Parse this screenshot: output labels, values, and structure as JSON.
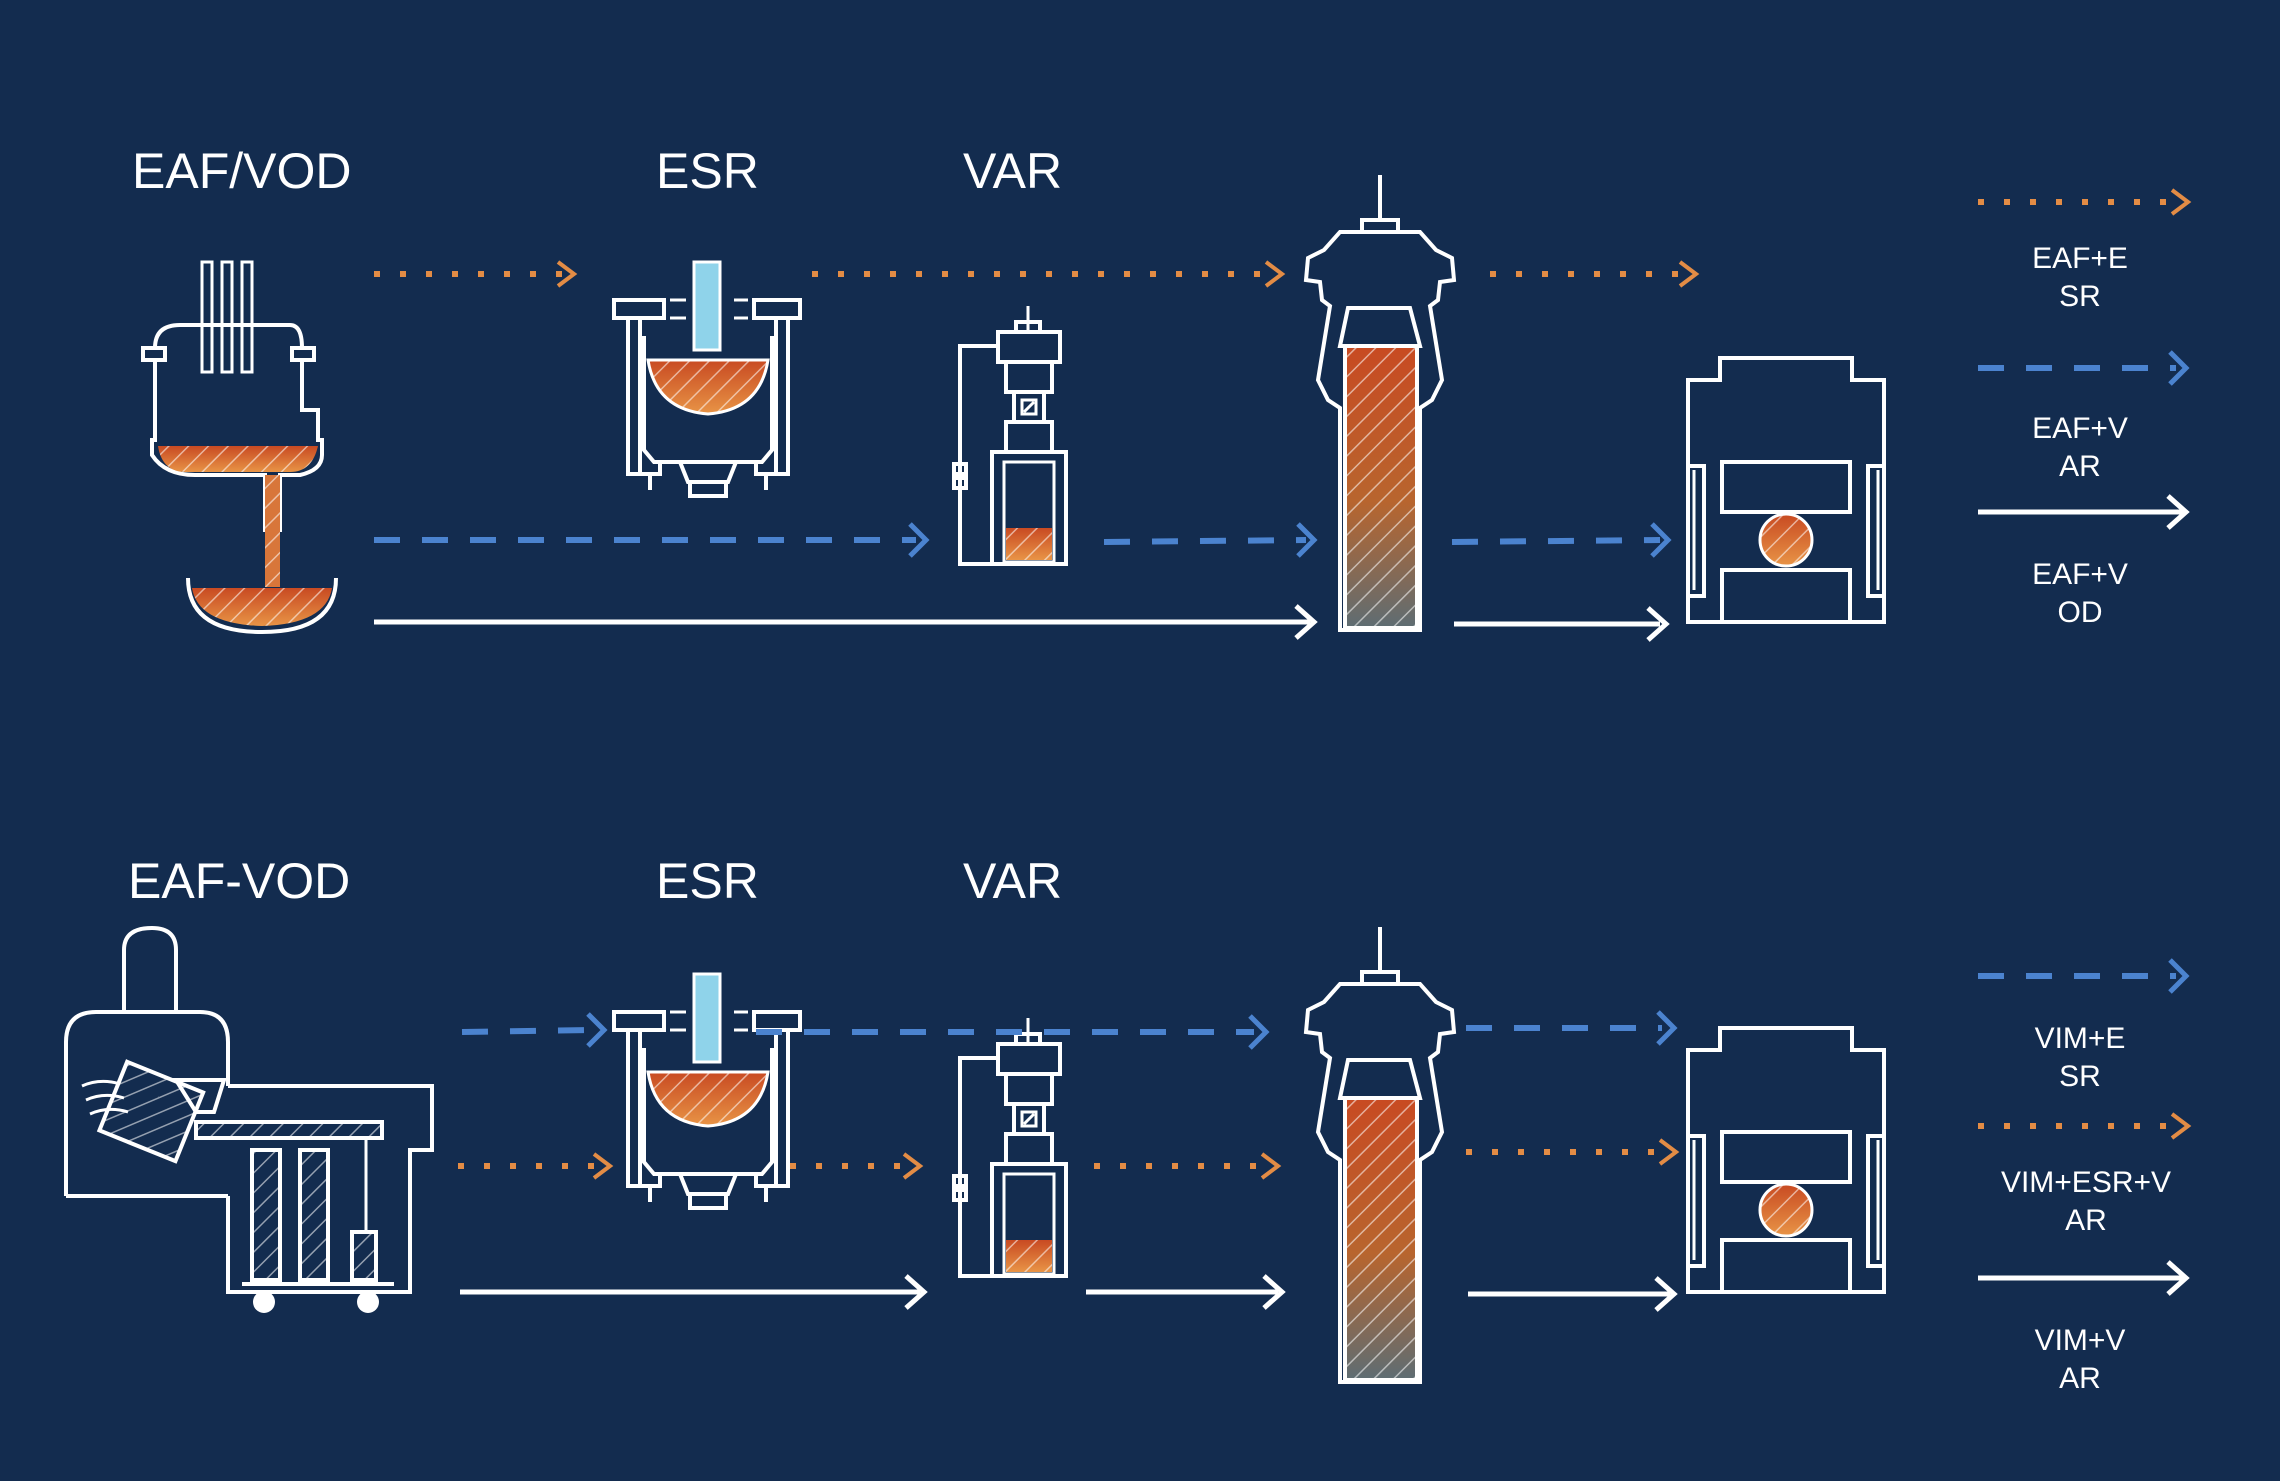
{
  "colors": {
    "background": "#132c4f",
    "line": "#ffffff",
    "dotted_route": "#e38c45",
    "dashed_route": "#4b83cf",
    "melt_hot": "#c84a22",
    "melt_warm": "#e89446",
    "melt_cool": "#5e6d73",
    "electrode": "#8fd3ea"
  },
  "top_row": {
    "labels": {
      "primary": "EAF/VOD",
      "esr": "ESR",
      "var": "VAR"
    },
    "legend": [
      {
        "style": "dotted",
        "line1": "EAF+E",
        "line2": "SR"
      },
      {
        "style": "dashed",
        "line1": "EAF+V",
        "line2": "AR"
      },
      {
        "style": "solid",
        "line1": "EAF+V",
        "line2": "OD"
      }
    ]
  },
  "bottom_row": {
    "labels": {
      "primary": "EAF-VOD",
      "esr": "ESR",
      "var": "VAR"
    },
    "legend": [
      {
        "style": "dashed",
        "line1": "VIM+E",
        "line2": "SR"
      },
      {
        "style": "dotted",
        "line1": "VIM+ESR+V",
        "line2": "AR"
      },
      {
        "style": "solid",
        "line1": "VIM+V",
        "line2": "AR"
      }
    ]
  }
}
